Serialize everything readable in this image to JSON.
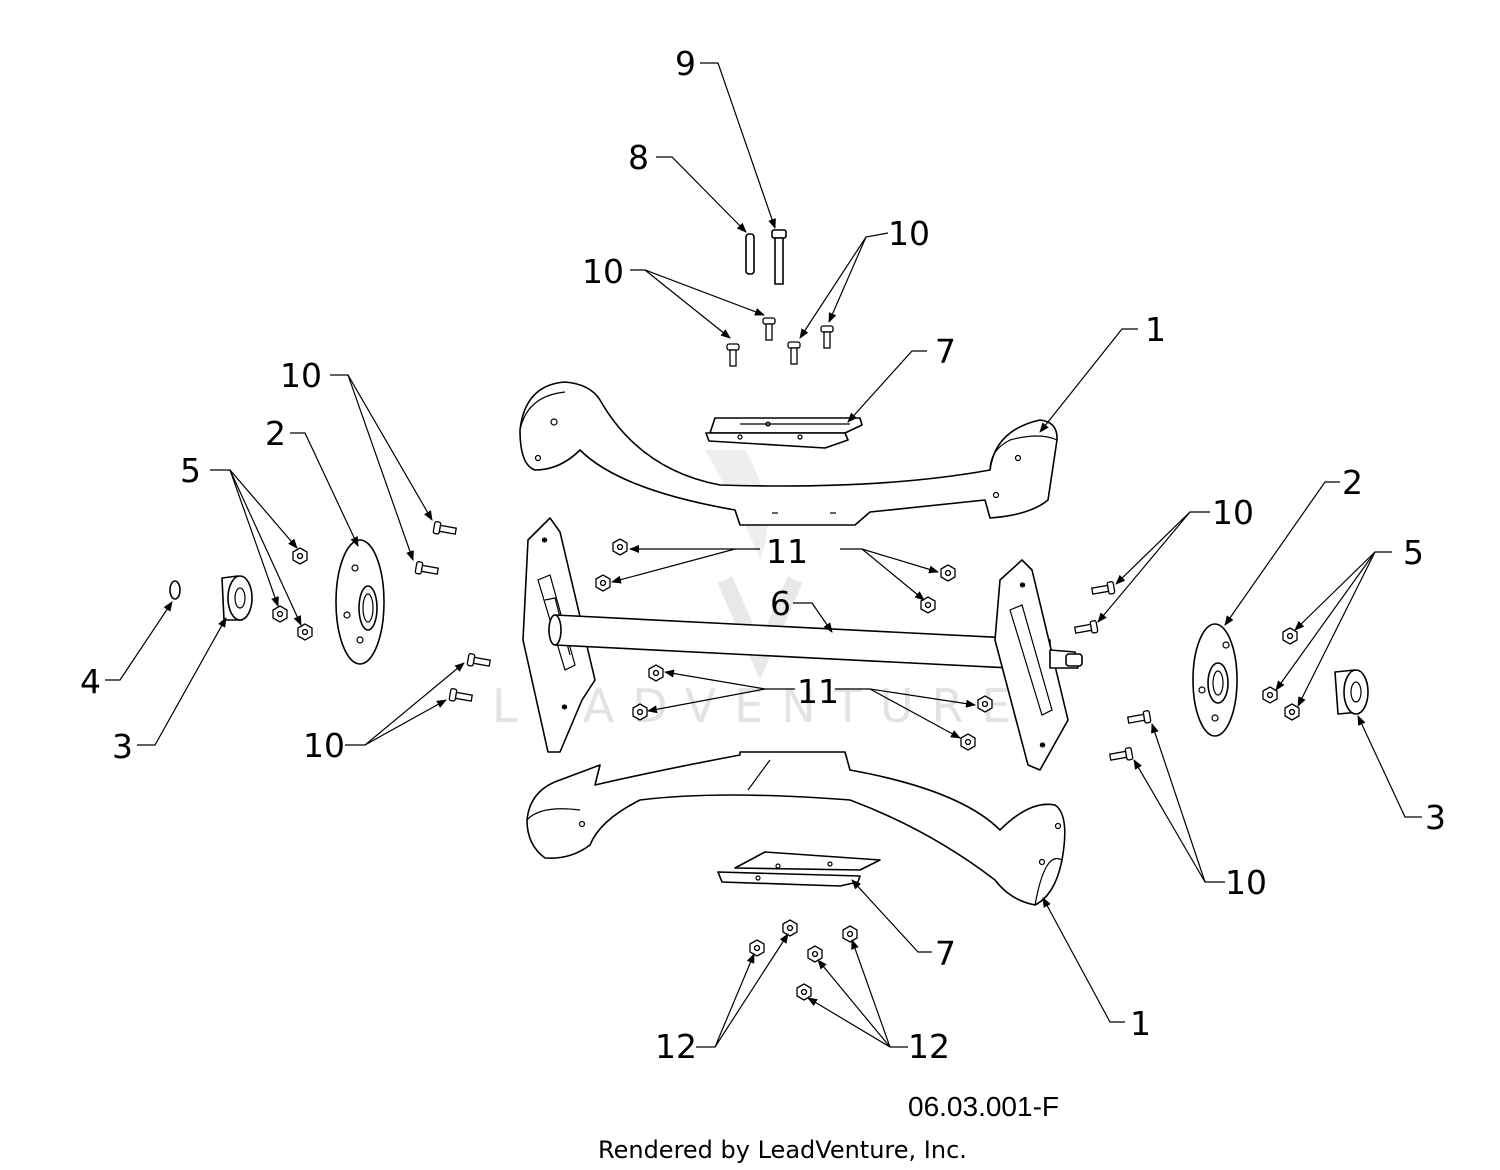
{
  "diagram_code": "06.03.001-F",
  "credit": "Rendered by LeadVenture, Inc.",
  "watermark": "LEADVENTURE",
  "callouts": {
    "c1_top": "1",
    "c1_bottom": "1",
    "c2_left": "2",
    "c2_right": "2",
    "c3_left": "3",
    "c3_right": "3",
    "c4": "4",
    "c5_left": "5",
    "c5_right": "5",
    "c6": "6",
    "c7_top": "7",
    "c7_bottom": "7",
    "c8": "8",
    "c9": "9",
    "c10_top_left": "10",
    "c10_top_right": "10",
    "c10_left_upper": "10",
    "c10_left_lower": "10",
    "c10_right_upper": "10",
    "c10_right_lower": "10",
    "c11_upper": "11",
    "c11_lower": "11",
    "c12_left": "12",
    "c12_right": "12"
  }
}
